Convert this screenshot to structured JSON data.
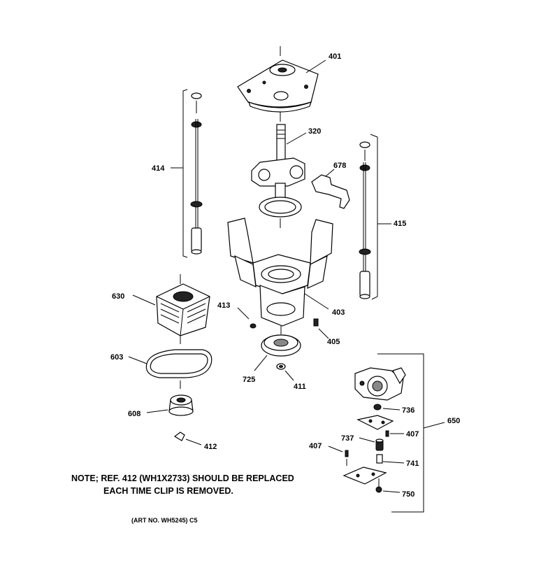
{
  "callouts": {
    "c401": "401",
    "c320": "320",
    "c414": "414",
    "c678": "678",
    "c415": "415",
    "c630": "630",
    "c413": "413",
    "c403": "403",
    "c405": "405",
    "c603": "603",
    "c725": "725",
    "c411": "411",
    "c736": "736",
    "c650": "650",
    "c608": "608",
    "c407a": "407",
    "c737": "737",
    "c407b": "407",
    "c412": "412",
    "c741": "741",
    "c750": "750"
  },
  "note": {
    "line1": "NOTE; REF. 412 (WH1X2733) SHOULD BE REPLACED",
    "line2": "EACH TIME CLIP IS REMOVED."
  },
  "art_number": "(ART NO. WH5245) C5"
}
